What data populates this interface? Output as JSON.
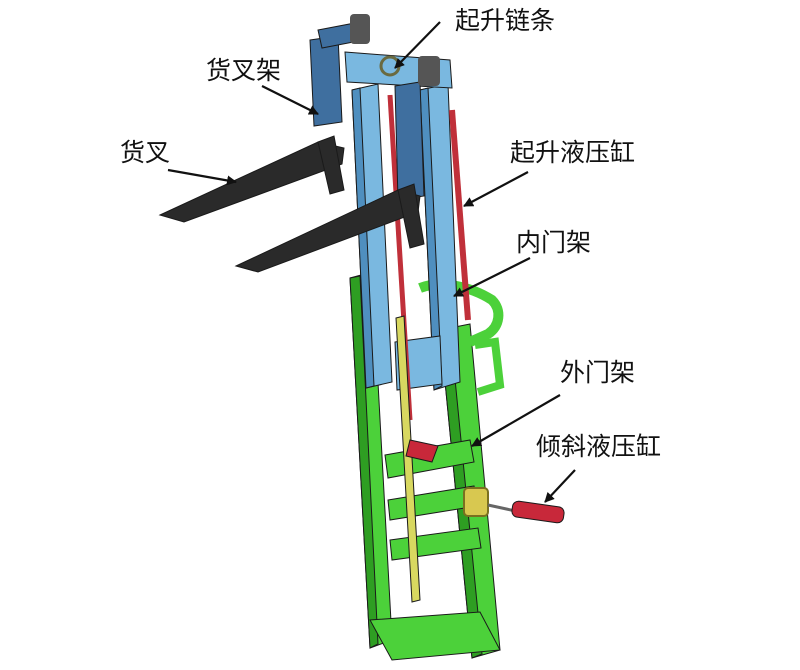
{
  "labels": {
    "lift_chain": "起升链条",
    "fork_carriage": "货叉架",
    "fork": "货叉",
    "lift_cylinder": "起升液压缸",
    "inner_mast": "内门架",
    "outer_mast": "外门架",
    "tilt_cylinder": "倾斜液压缸"
  },
  "colors": {
    "outer_mast": "#4cd13a",
    "outer_mast_dark": "#2e9e22",
    "inner_mast": "#7ab8e0",
    "inner_mast_dark": "#4f8fbf",
    "fork": "#2a2a2a",
    "fork_carriage": "#3f6f9f",
    "lift_cylinder": "#c0303a",
    "tilt_cylinder": "#c8283a",
    "center_rod": "#d8d860"
  }
}
